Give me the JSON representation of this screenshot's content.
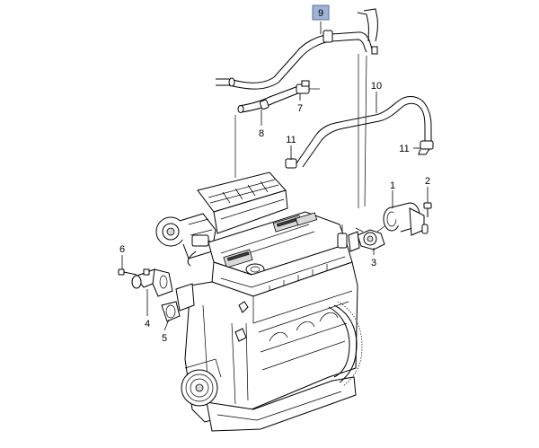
{
  "callouts": {
    "c9": "9",
    "c10": "10",
    "c7": "7",
    "c8": "8",
    "c11a": "11",
    "c11b": "11",
    "c1": "1",
    "c2": "2",
    "c3": "3",
    "c6": "6",
    "c4": "4",
    "c5": "5"
  },
  "colors": {
    "highlight_fill": "#9fb3d6",
    "highlight_border": "#5a6f99"
  }
}
